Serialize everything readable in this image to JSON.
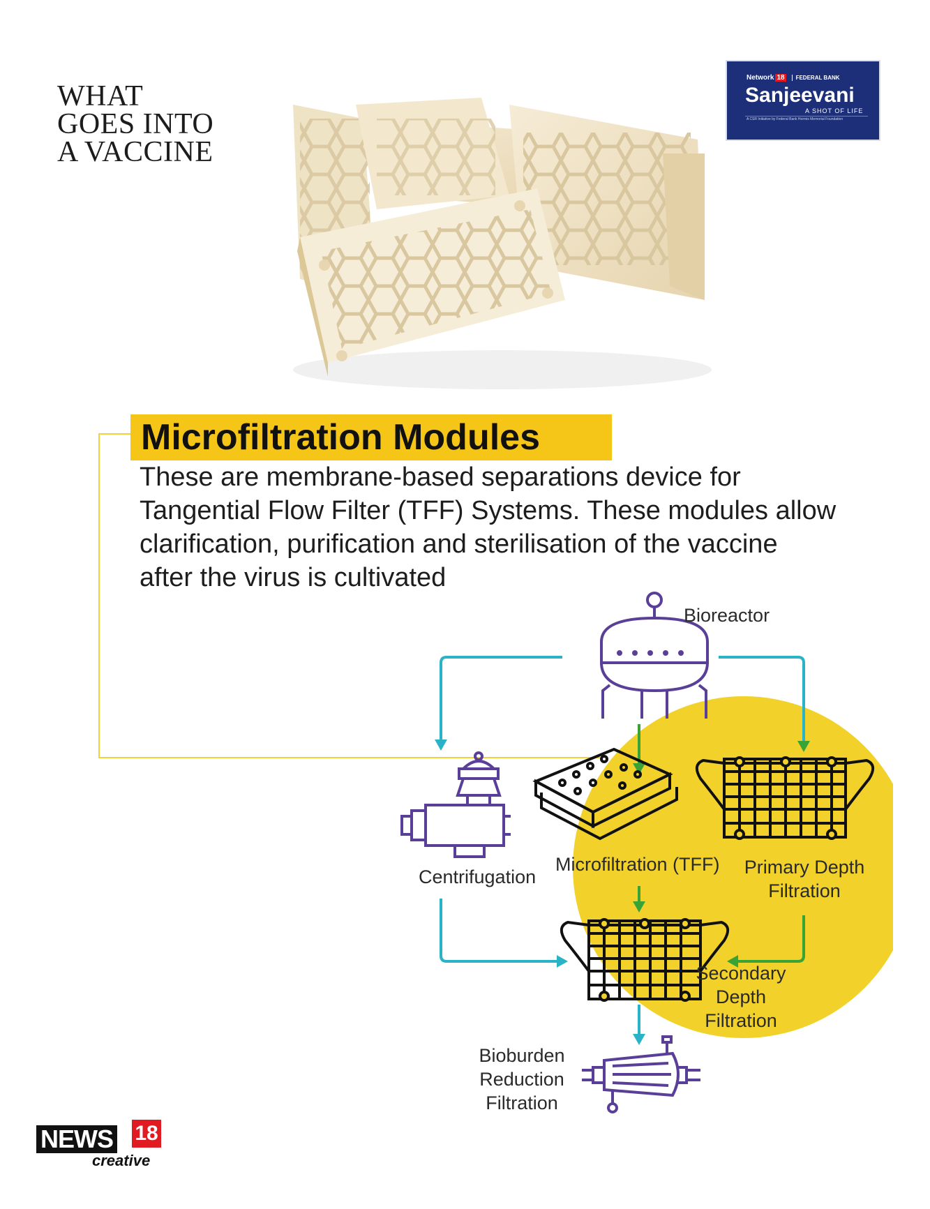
{
  "series_title": [
    "WHAT",
    "GOES INTO",
    "A VACCINE"
  ],
  "sponsor": {
    "network": "Network",
    "network_num": "18",
    "bank": "FEDERAL BANK",
    "name": "Sanjeevani",
    "tagline": "A SHOT OF LIFE",
    "csr": "A CSR Initiative by Federal Bank Hormis Memorial Foundation"
  },
  "heading": "Microfiltration Modules",
  "description": "These are membrane-based separations device for Tangential Flow Filter (TFF) Systems. These modules allow clarification, purification and sterilisation of the vaccine after the virus is cultivated",
  "diagram": {
    "bioreactor": "Bioreactor",
    "centrifugation": "Centrifugation",
    "microfiltration": "Microfiltration (TFF)",
    "primary_depth": [
      "Primary Depth",
      "Filtration"
    ],
    "secondary_depth": [
      "Secondary",
      "Depth",
      "Filtration"
    ],
    "bioburden": [
      "Bioburden",
      "Reduction",
      "Filtration"
    ]
  },
  "footer": {
    "brand": "NEWS",
    "brand_num": "18",
    "sub": "creative"
  },
  "colors": {
    "accent_yellow": "#f5c518",
    "circle_yellow": "#f2d22a",
    "arrow_teal": "#2ab3c6",
    "arrow_green": "#3aa335",
    "icon_purple": "#5a3f99",
    "connector_line": "#f0d23a",
    "sponsor_blue": "#1c2f78"
  }
}
